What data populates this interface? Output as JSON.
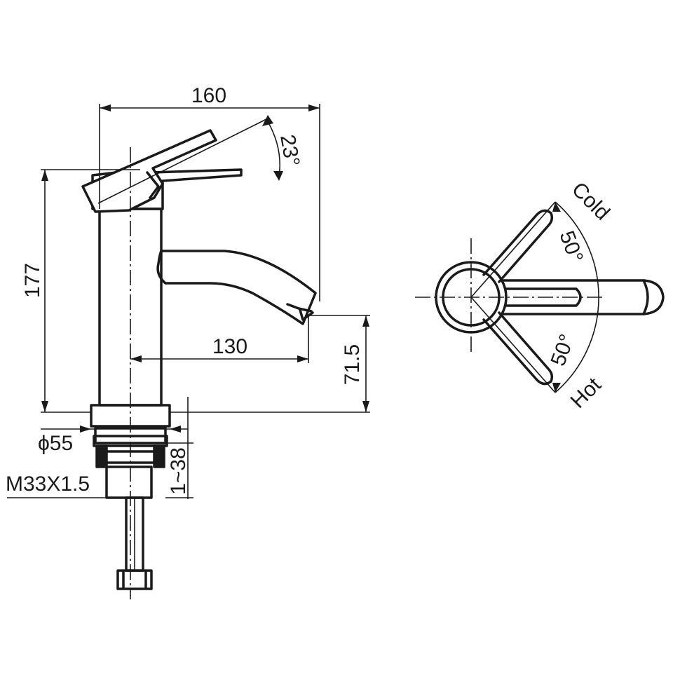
{
  "dimensions": {
    "overall_length": "160",
    "overall_height": "177",
    "spout_reach": "130",
    "spout_height": "71.5",
    "handle_tilt": "23°",
    "base_diameter": "ϕ55",
    "thread": "M33X1.5",
    "deck_thickness": "1~38"
  },
  "plan_view": {
    "cold_label": "Cold",
    "hot_label": "Hot",
    "cold_angle": "50°",
    "hot_angle": "50°"
  },
  "colors": {
    "line": "#1a1a1a",
    "background": "#ffffff"
  }
}
